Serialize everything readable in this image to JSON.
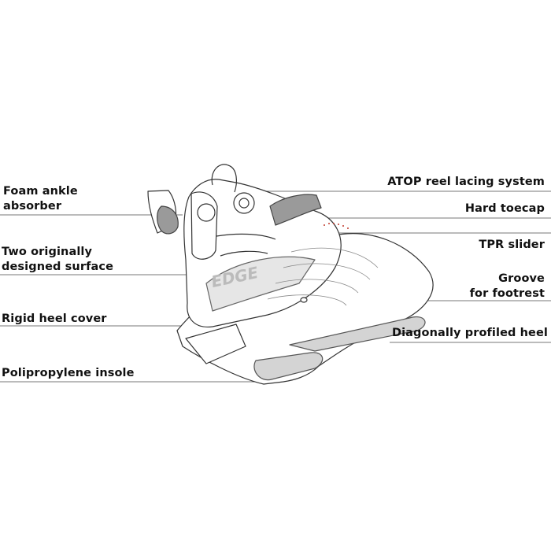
{
  "labels": {
    "foam_ankle_absorber": [
      "Foam ankle",
      "absorber"
    ],
    "two_originally_designed_surface": [
      "Two originally",
      "designed surface"
    ],
    "rigid_heel_cover": "Rigid heel cover",
    "polipropylene_insole": "Polipropylene insole",
    "atop_reel_lacing_system": "ATOP reel lacing system",
    "hard_toecap": "Hard toecap",
    "tpr_slider": "TPR slider",
    "groove_for_footrest": [
      "Groove",
      "for footrest"
    ],
    "diagonally_profiled_heel": "Diagonally profiled heel"
  },
  "boot_brand_text": "EDGE",
  "colors": {
    "line": "#333333",
    "leader": "#777777",
    "shade": "#d4d4d4",
    "dark_shade": "#9a9a9a",
    "accent_dots": "#c0392b"
  }
}
